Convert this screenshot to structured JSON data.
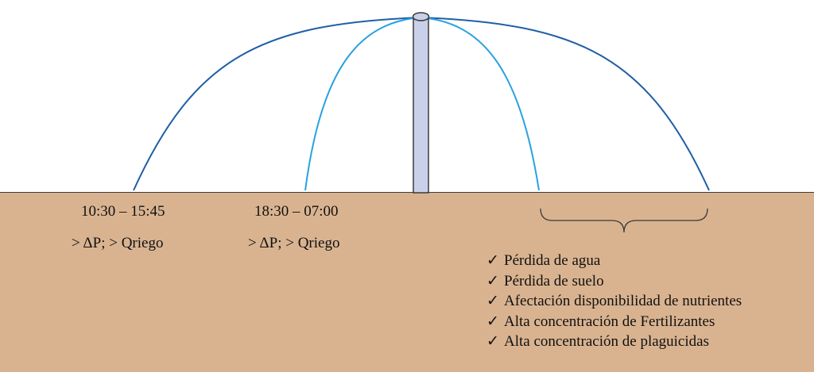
{
  "diagram": {
    "left_time_label": "10:30 – 15:45",
    "left_condition_label": "> ΔP; > Qriego",
    "right_time_label": "18:30 – 07:00",
    "right_condition_label": "> ΔP; > Qriego",
    "check_symbol": "✓",
    "effects": [
      "Pérdida de agua",
      "Pérdida de suelo",
      "Afectación disponibilidad de nutrientes",
      "Alta concentración de Fertilizantes",
      "Alta concentración de plaguicidas"
    ],
    "colors": {
      "soil": "#d9b390",
      "wide_spray": "#1f5fa6",
      "narrow_spray": "#2aa1e0",
      "pipe_fill": "#c9d1ea",
      "outline": "#3a3a3a"
    }
  }
}
